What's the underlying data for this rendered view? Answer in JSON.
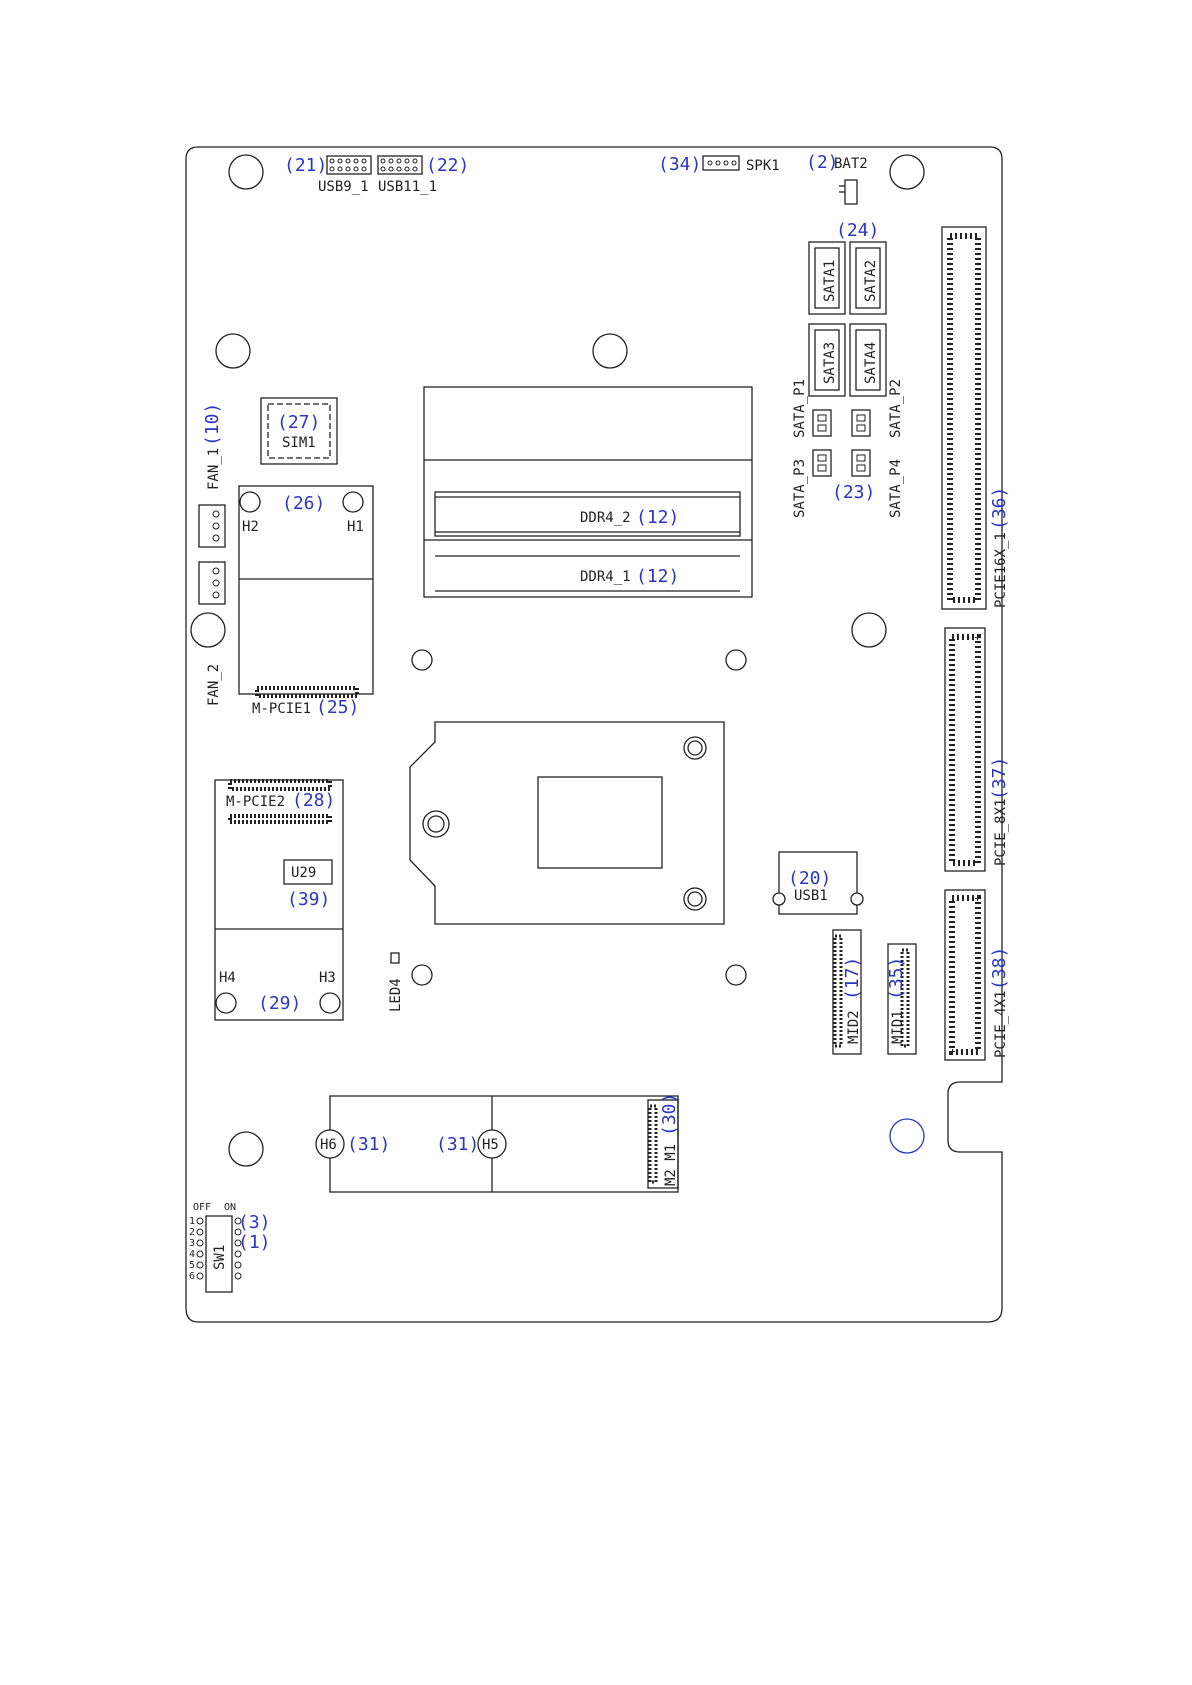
{
  "connectors": {
    "usb9": "USB9_1",
    "usb11": "USB11_1",
    "spk": "SPK1",
    "bat": "BAT2",
    "sata1": "SATA1",
    "sata2": "SATA2",
    "sata3": "SATA3",
    "sata4": "SATA4",
    "sata_p1": "SATA_P1",
    "sata_p2": "SATA_P2",
    "sata_p3": "SATA_P3",
    "sata_p4": "SATA_P4",
    "sim": "SIM1",
    "fan1": "FAN_1",
    "fan2": "FAN_2",
    "h1": "H1",
    "h2": "H2",
    "h3": "H3",
    "h4": "H4",
    "h5": "H5",
    "h6": "H6",
    "mpcie1": "M-PCIE1",
    "mpcie2": "M-PCIE2",
    "u29": "U29",
    "ddr2": "DDR4_2",
    "ddr1": "DDR4_1",
    "pcie16": "PCIE16X_1",
    "pcie8": "PCIE_8X1",
    "pcie4": "PCIE_4X1",
    "usb1": "USB1",
    "mid2": "MID2",
    "mid1": "MID1",
    "led4": "LED4",
    "m2": "M2_M1",
    "sw1": "SW1",
    "off": "OFF",
    "on": "ON",
    "sw_pins": [
      "1",
      "2",
      "3",
      "4",
      "5",
      "6"
    ]
  },
  "refs": {
    "r21": "(21)",
    "r22": "(22)",
    "r34": "(34)",
    "r2": "(2)",
    "r24": "(24)",
    "r27": "(27)",
    "r10": "(10)",
    "r26": "(26)",
    "r23": "(23)",
    "r12a": "(12)",
    "r12b": "(12)",
    "r36": "(36)",
    "r25": "(25)",
    "r28": "(28)",
    "r39": "(39)",
    "r20": "(20)",
    "r37": "(37)",
    "r17": "(17)",
    "r35": "(35)",
    "r38": "(38)",
    "r29": "(29)",
    "r30": "(30)",
    "r31a": "(31)",
    "r31b": "(31)",
    "r3": "(3)",
    "r1": "(1)"
  },
  "colors": {
    "reference": "#2a37c4",
    "outline": "#222222"
  }
}
